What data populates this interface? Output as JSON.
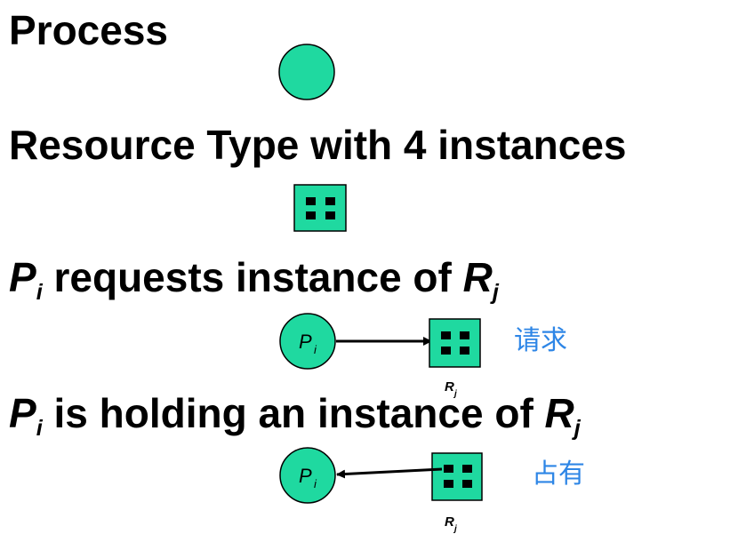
{
  "headings": {
    "process": "Process",
    "resource": "Resource Type with 4 instances",
    "request": {
      "p": "P",
      "p_sub": "i",
      "mid": " requests instance of ",
      "r": "R",
      "r_sub": "j"
    },
    "holding": {
      "p": "P",
      "p_sub": "i",
      "mid": " is holding an instance of ",
      "r": "R",
      "r_sub": "j"
    }
  },
  "diagram_labels": {
    "p": "P",
    "p_sub": "i",
    "r": "R",
    "r_sub": "j"
  },
  "annotations": {
    "request_note": "请求",
    "holding_note": "占有"
  },
  "colors": {
    "node_fill": "#1FD9A0",
    "node_stroke": "#000000",
    "instance_dot": "#000000",
    "annotation_ink": "#2E86E6"
  }
}
